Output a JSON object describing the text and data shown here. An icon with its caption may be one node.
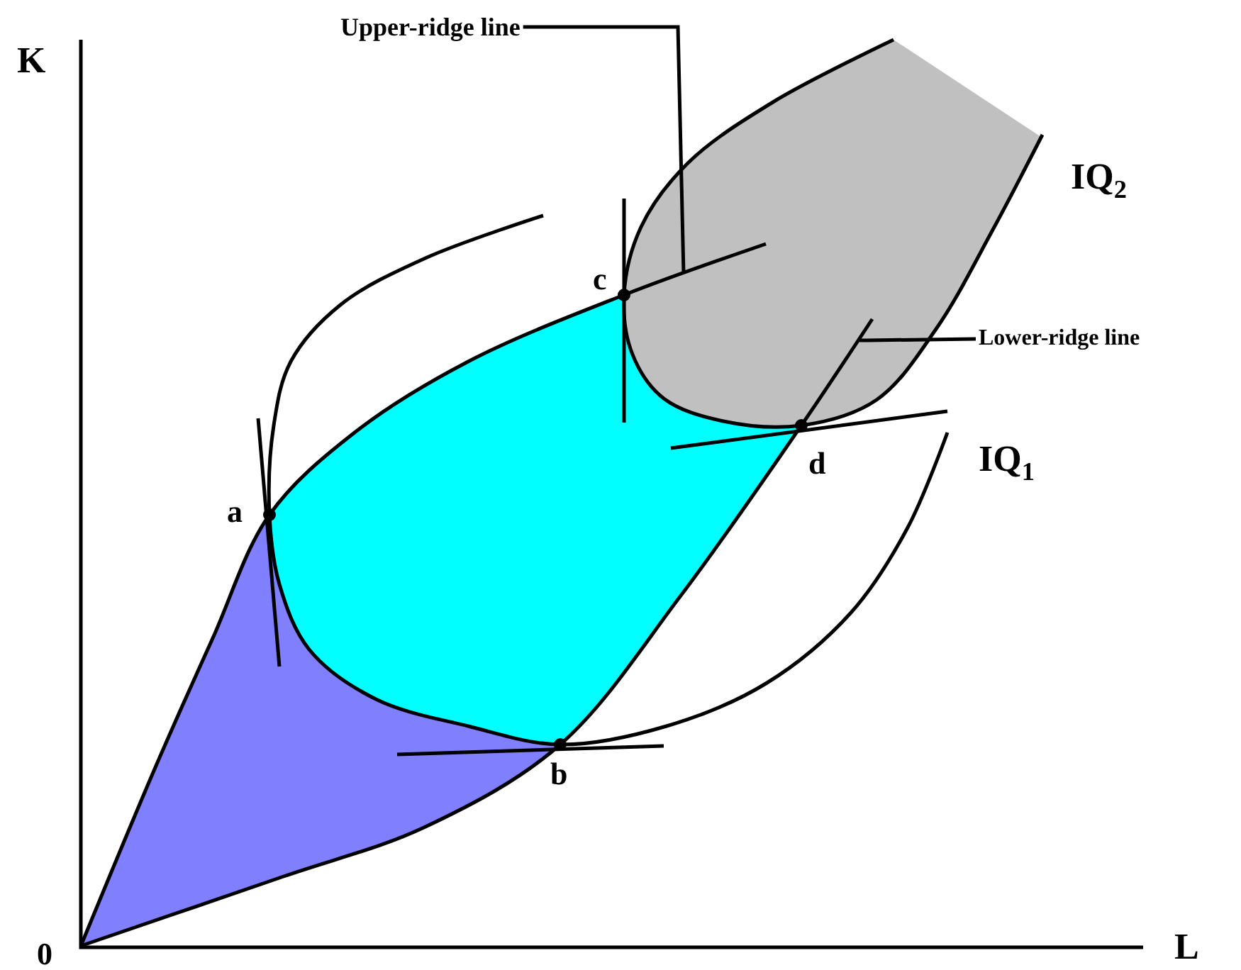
{
  "diagram": {
    "nodes": [
      {
        "text": [
          "Upper-ridge line"
        ]
      },
      {
        "text": [],
        "shape": "line"
      },
      {
        "text": [
          "Lower-ridge line"
        ]
      },
      {
        "text": [],
        "shape": "line"
      }
    ],
    "edges": [
      {
        "from": 0,
        "to": 1,
        "arrow": "none"
      },
      {
        "from": 2,
        "to": 3,
        "arrow": "none"
      }
    ],
    "labels": [
      "K",
      "IQ$_{2}$",
      "c",
      "d",
      "IQ$_{1}$",
      "a",
      "b",
      "0",
      "L"
    ]
  }
}
